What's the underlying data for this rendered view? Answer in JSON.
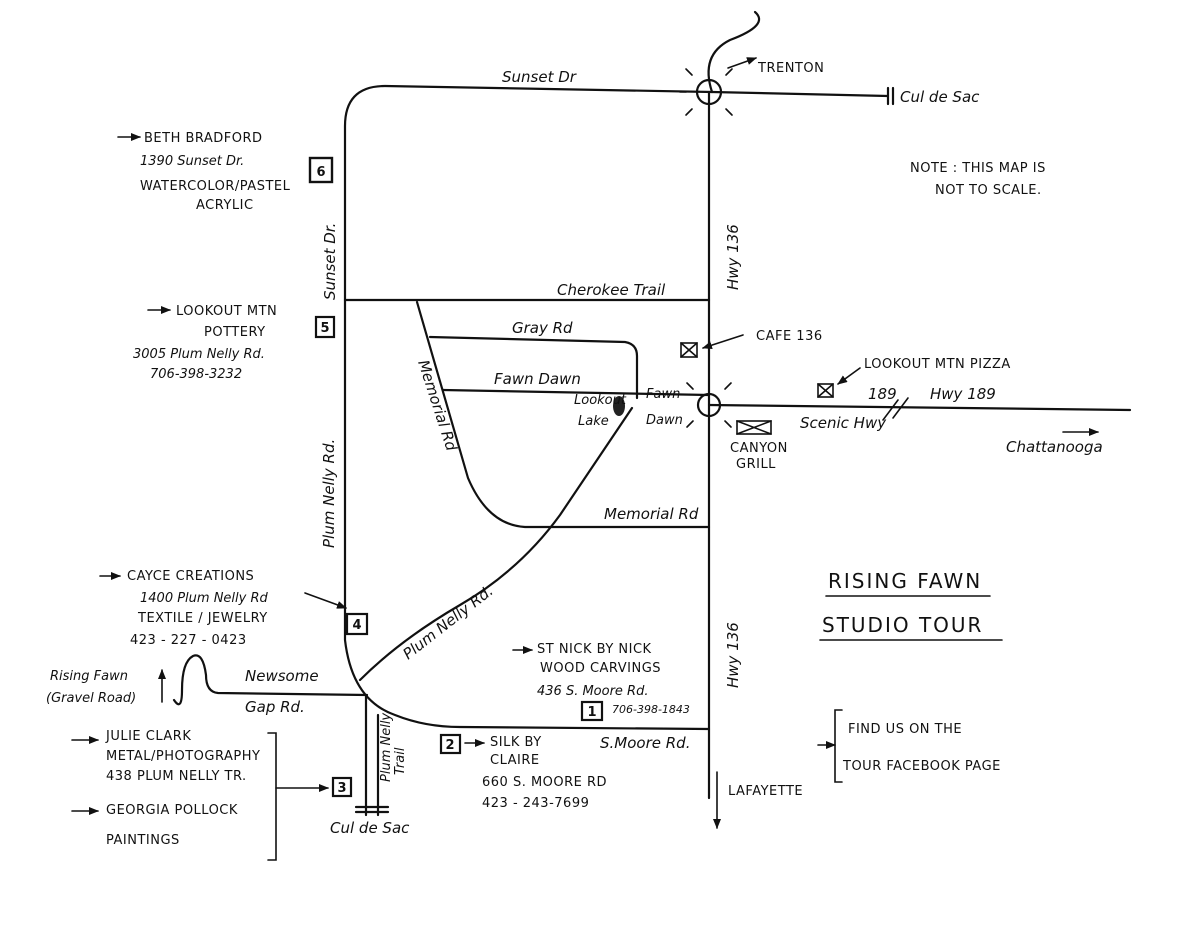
{
  "roads": {
    "sunset_dr_top": "Sunset Dr",
    "sunset_dr_side": "Sunset Dr.",
    "cul_de_sac_east": "Cul de Sac",
    "trenton": "TRENTON",
    "hwy136_north": "Hwy 136",
    "hwy136_south": "Hwy 136",
    "cherokee_trail": "Cherokee Trail",
    "gray_rd": "Gray Rd",
    "fawn_dawn_west": "Fawn Dawn",
    "fawn_dawn_intersection": [
      "Fawn",
      "Dawn"
    ],
    "memorial_rd_diag": "Memorial Rd",
    "memorial_rd_east": "Memorial Rd",
    "plum_nelly_rd_vertical": "Plum Nelly Rd.",
    "plum_nelly_rd_diag": "Plum Nelly Rd.",
    "newsome_gap_rd": [
      "Newsome",
      "Gap Rd."
    ],
    "plum_nelly_trail": [
      "Plum Nelly",
      "Trail"
    ],
    "cul_de_sac_south": "Cul de Sac",
    "s_moore_rd": "S.Moore Rd.",
    "lafayette": "LAFAYETTE",
    "scenic_hwy": "Scenic Hwy",
    "hwy_189_number": "189",
    "hwy_189": "Hwy 189",
    "chattanooga": "Chattanooga",
    "rising_fawn_gravel": [
      "Rising Fawn",
      "(Gravel Road)"
    ],
    "lookout_lake": [
      "Lookout",
      "Lake"
    ]
  },
  "note": [
    "NOTE :  THIS MAP IS",
    "NOT TO SCALE."
  ],
  "title": [
    "RISING FAWN",
    "STUDIO TOUR"
  ],
  "facebook": [
    "FIND US ON THE",
    "TOUR FACEBOOK PAGE"
  ],
  "businesses": {
    "cafe": "CAFE 136",
    "pizza": "LOOKOUT MTN PIZZA",
    "canyon_grill": [
      "CANYON",
      "GRILL"
    ]
  },
  "stops": [
    {
      "number": "1",
      "lines": [
        "ST NICK BY NICK",
        "WOOD CARVINGS",
        "436 S. Moore Rd."
      ],
      "phone": "706-398-1843"
    },
    {
      "number": "2",
      "lines": [
        "SILK BY",
        "CLAIRE",
        "660 S. MOORE RD"
      ],
      "phone": "423 - 243-7699"
    },
    {
      "number": "3",
      "lines": [
        "JULIE CLARK",
        "METAL/PHOTOGRAPHY",
        "438 PLUM NELLY TR.",
        "GEORGIA POLLOCK",
        "PAINTINGS"
      ]
    },
    {
      "number": "4",
      "lines": [
        "CAYCE CREATIONS",
        "1400 Plum Nelly Rd",
        "TEXTILE / JEWELRY"
      ],
      "phone": "423 - 227 - 0423"
    },
    {
      "number": "5",
      "lines": [
        "LOOKOUT MTN",
        "POTTERY",
        "3005 Plum Nelly Rd."
      ],
      "phone": "706-398-3232"
    },
    {
      "number": "6",
      "lines": [
        "BETH BRADFORD",
        "1390 Sunset Dr.",
        "WATERCOLOR/PASTEL",
        "ACRYLIC"
      ]
    }
  ]
}
